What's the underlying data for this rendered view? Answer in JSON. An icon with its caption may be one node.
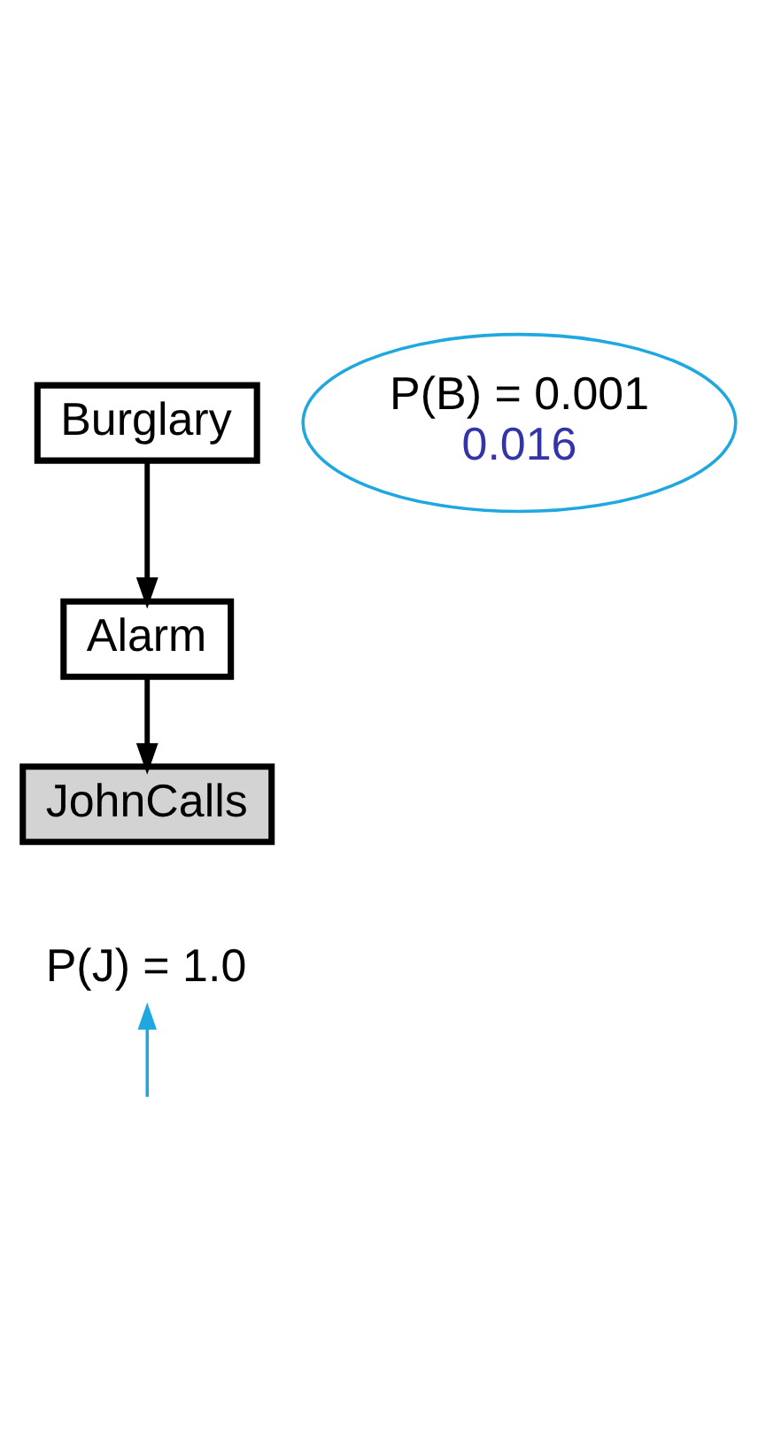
{
  "diagram": {
    "nodes": [
      {
        "text": [
          "Burglary"
        ]
      },
      {
        "text": [
          "P(B) = 0.001",
          "0.016"
        ]
      },
      {
        "text": [
          "Alarm"
        ]
      },
      {
        "text": [
          "JohnCalls"
        ]
      },
      {
        "text": [
          "P(J) = 1.0"
        ]
      }
    ],
    "edges": [
      {
        "from": 0,
        "to": 2,
        "arrow": "to"
      },
      {
        "from": 2,
        "to": 3,
        "arrow": "to"
      },
      {
        "from": null,
        "to": 4,
        "arrow": "to",
        "color": "#1fa8e0"
      }
    ]
  }
}
